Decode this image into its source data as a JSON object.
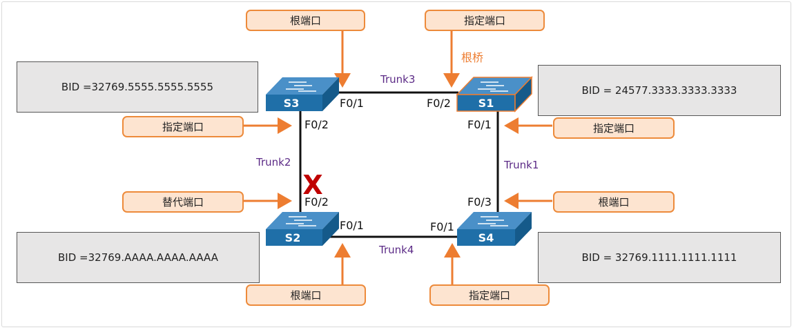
{
  "switches": {
    "s1": {
      "name": "S1",
      "bid": "BID = 24577.3333.3333.3333"
    },
    "s2": {
      "name": "S2",
      "bid": "BID =32769.AAAA.AAAA.AAAA"
    },
    "s3": {
      "name": "S3",
      "bid": "BID =32769.5555.5555.5555"
    },
    "s4": {
      "name": "S4",
      "bid": "BID = 32769.1111.1111.1111"
    }
  },
  "trunks": {
    "t1": "Trunk1",
    "t2": "Trunk2",
    "t3": "Trunk3",
    "t4": "Trunk4"
  },
  "ports": {
    "s3_f01": "F0/1",
    "s3_f02": "F0/2",
    "s1_f02": "F0/2",
    "s1_f01": "F0/1",
    "s2_f02": "F0/2",
    "s2_f01": "F0/1",
    "s4_f03": "F0/3",
    "s4_f01": "F0/1"
  },
  "roles": {
    "s3_top": "根端口",
    "s1_top": "指定端口",
    "s3_left": "指定端口",
    "s1_right": "指定端口",
    "s2_left": "替代端口",
    "s4_right": "根端口",
    "s2_bottom": "根端口",
    "s4_bottom": "指定端口"
  },
  "root_bridge_label": "根桥",
  "blocked_mark": "X",
  "colors": {
    "arrow": "#ed7d31",
    "tag_fill": "#fde4d0",
    "switch_blue": "#1f6fa8",
    "blocked": "#c00000",
    "trunk_text": "#5b2a86"
  }
}
